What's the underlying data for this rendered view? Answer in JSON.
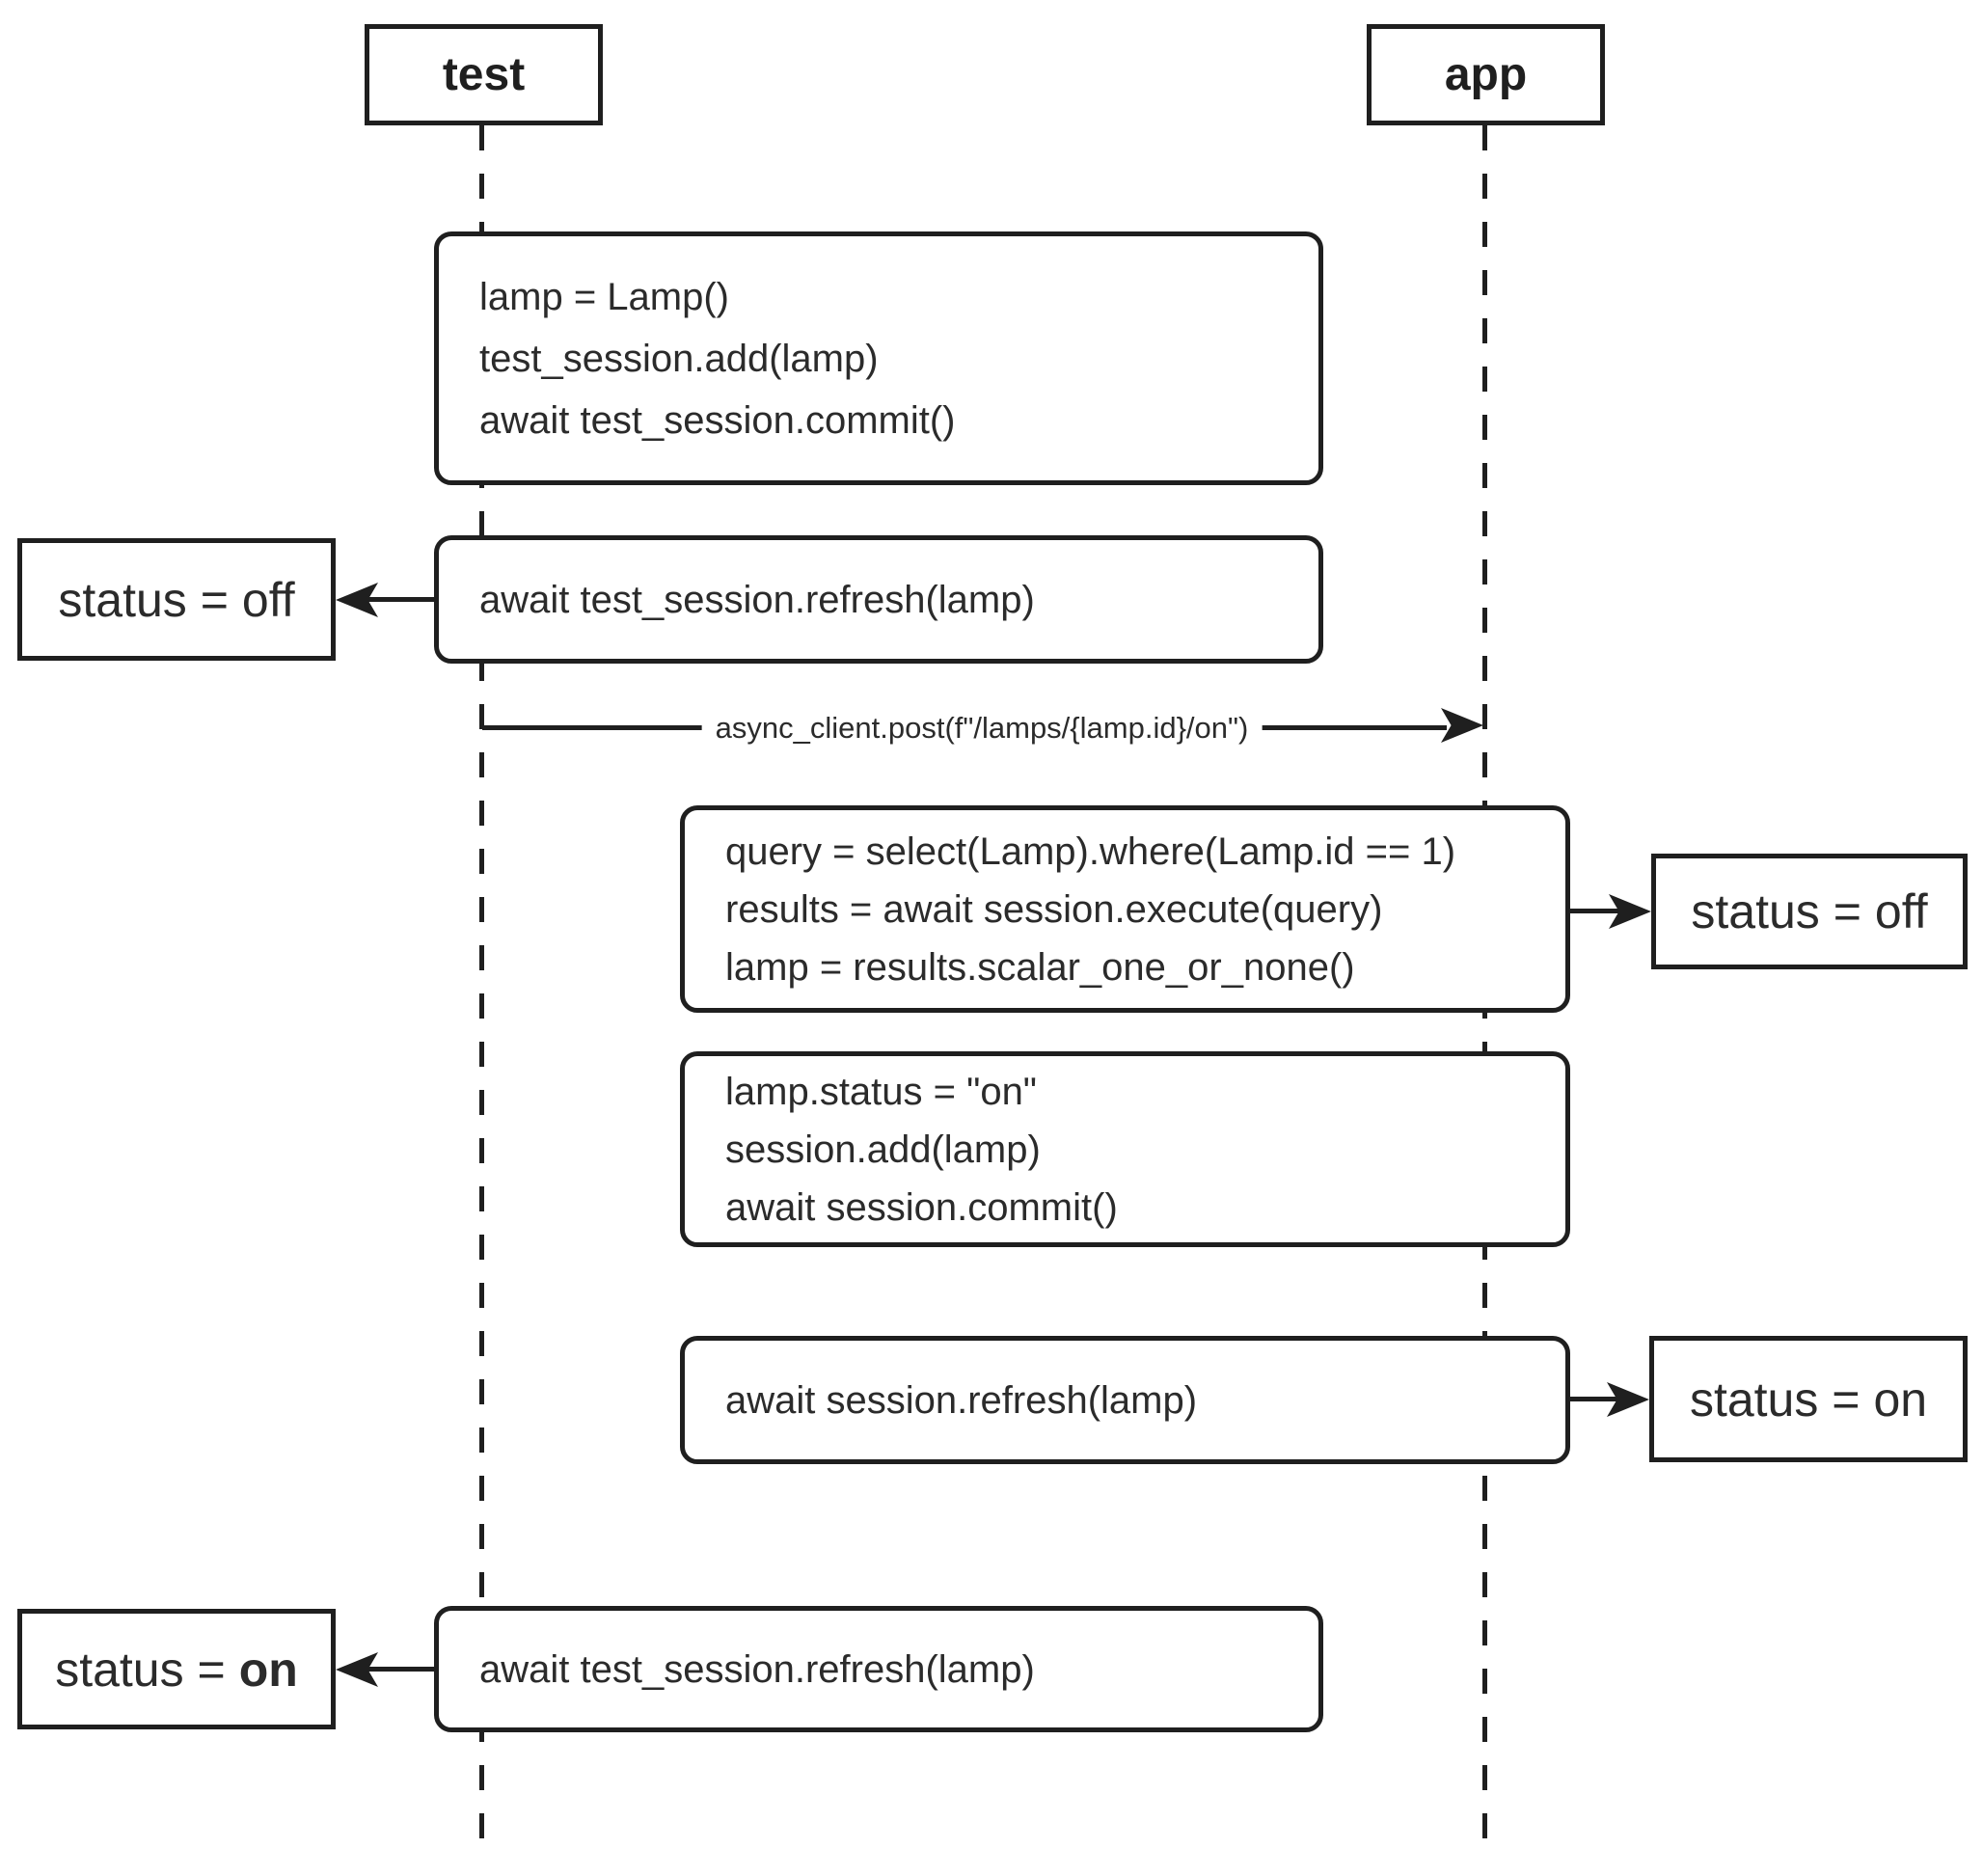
{
  "diagram": {
    "actors": {
      "test": "test",
      "app": "app"
    },
    "blocks": {
      "setup": {
        "lines": [
          "lamp = Lamp()",
          "test_session.add(lamp)",
          "await test_session.commit()"
        ]
      },
      "test_refresh_1": {
        "lines": [
          "await test_session.refresh(lamp)"
        ]
      },
      "query": {
        "lines": [
          "query = select(Lamp).where(Lamp.id == 1)",
          "results = await session.execute(query)",
          "lamp = results.scalar_one_or_none()"
        ]
      },
      "update": {
        "lines": [
          "lamp.status = \"on\"",
          "session.add(lamp)",
          "await session.commit()"
        ]
      },
      "app_refresh": {
        "lines": [
          "await session.refresh(lamp)"
        ]
      },
      "test_refresh_2": {
        "lines": [
          "await test_session.refresh(lamp)"
        ]
      }
    },
    "notes": {
      "left_off": {
        "prefix": "status =",
        "value": "off"
      },
      "right_off": {
        "prefix": "status =",
        "value": "off"
      },
      "right_on": {
        "prefix": "status =",
        "value": "on"
      },
      "left_on": {
        "prefix": "status =",
        "value": "on"
      }
    },
    "message": {
      "label": "async_client.post(f\"/lamps/{lamp.id}/on\")"
    },
    "colors": {
      "ink": "#1f1f1f",
      "background": "#ffffff"
    }
  }
}
